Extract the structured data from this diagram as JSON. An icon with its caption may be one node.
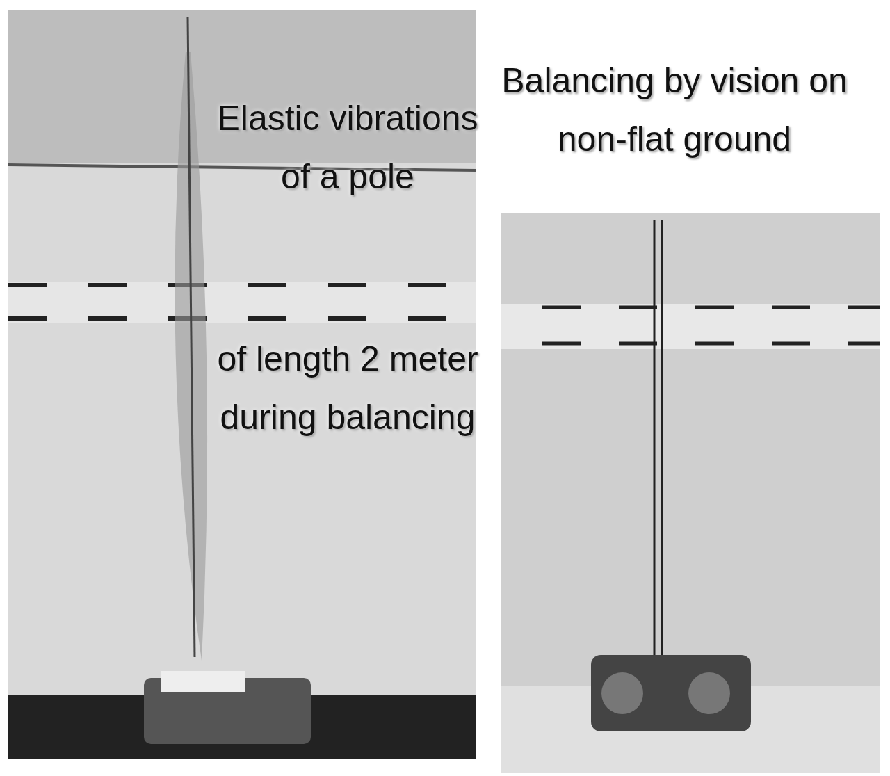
{
  "diagram": {
    "labels": [
      "Elastic vibrations of a pole",
      "of length 2 meter during balancing",
      "Balancing by vision on non-flat ground"
    ]
  }
}
